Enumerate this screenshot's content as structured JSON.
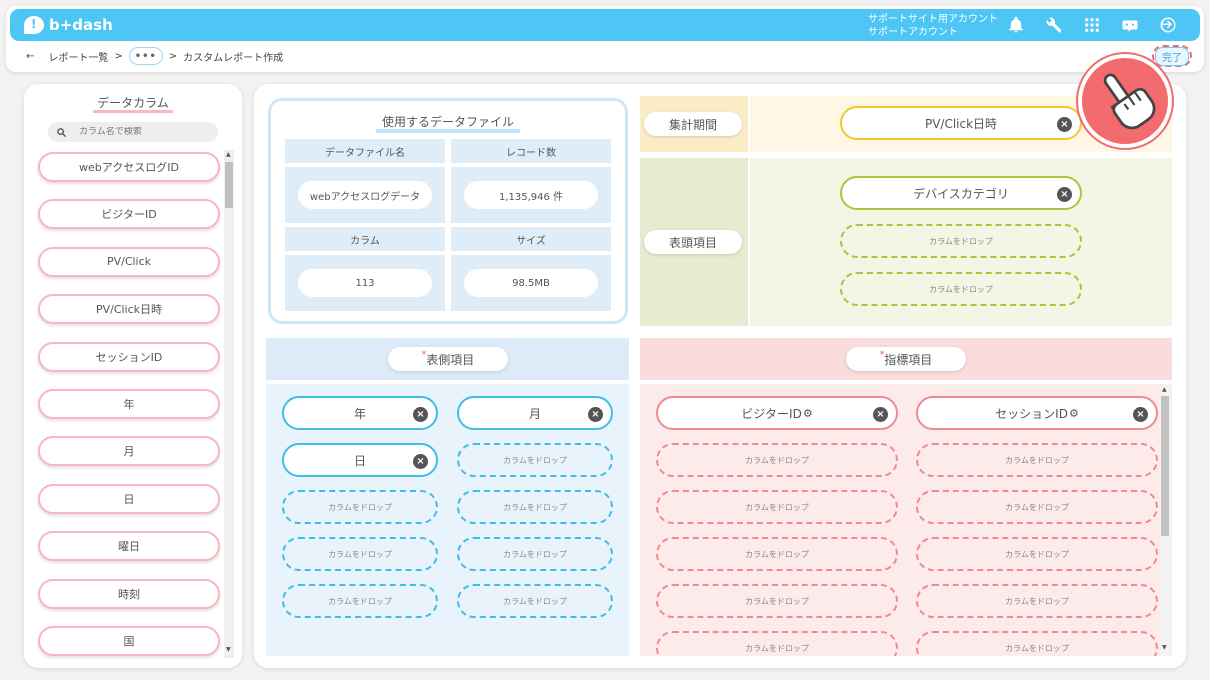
{
  "header": {
    "logo_text": "b+dash",
    "account_line1": "サポートサイト用アカウント",
    "account_line2": "サポートアカウント",
    "icons": [
      "bell-icon",
      "wrench-icon",
      "grid-icon",
      "chat-bot-icon",
      "logout-icon"
    ]
  },
  "breadcrumb": {
    "back": "←",
    "parent": "レポート一覧",
    "sep": ">",
    "more": "•••",
    "current": "カスタムレポート作成"
  },
  "done_label": "完了",
  "left_panel": {
    "title": "データカラム",
    "search_placeholder": "カラム名で検索",
    "items": [
      "webアクセスログID",
      "ビジターID",
      "PV/Click",
      "PV/Click日時",
      "セッションID",
      "年",
      "月",
      "日",
      "曜日",
      "時刻",
      "国"
    ]
  },
  "file_info": {
    "title": "使用するデータファイル",
    "h_filename": "データファイル名",
    "h_records": "レコード数",
    "v_filename": "webアクセスログデータ",
    "v_records": "1,135,946 件",
    "h_columns": "カラム",
    "h_size": "サイズ",
    "v_columns": "113",
    "v_size": "98.5MB"
  },
  "period": {
    "label": "集計期間",
    "value": "PV/Click日時"
  },
  "header_items": {
    "label": "表頭項目",
    "value": "デバイスカテゴリ",
    "drop": "カラムをドロップ"
  },
  "row_items": {
    "asterisk": "*",
    "label": "表側項目",
    "values": [
      "年",
      "月",
      "日"
    ],
    "drop": "カラムをドロップ"
  },
  "metrics": {
    "asterisk": "*",
    "label": "指標項目",
    "values": [
      "ビジターID",
      "セッションID"
    ],
    "drop": "カラムをドロップ"
  },
  "colors": {
    "accent": "#4dc6f5",
    "period_bg": "#fdf7e3",
    "period_border": "#f3c632",
    "header_bg": "#f5f5e6",
    "header_border": "#a8c63a",
    "rows_bg": "#e9f3fb",
    "rows_border": "#3fbde9",
    "metrics_bg": "#fdeaea",
    "metrics_border": "#ef8b8e"
  }
}
